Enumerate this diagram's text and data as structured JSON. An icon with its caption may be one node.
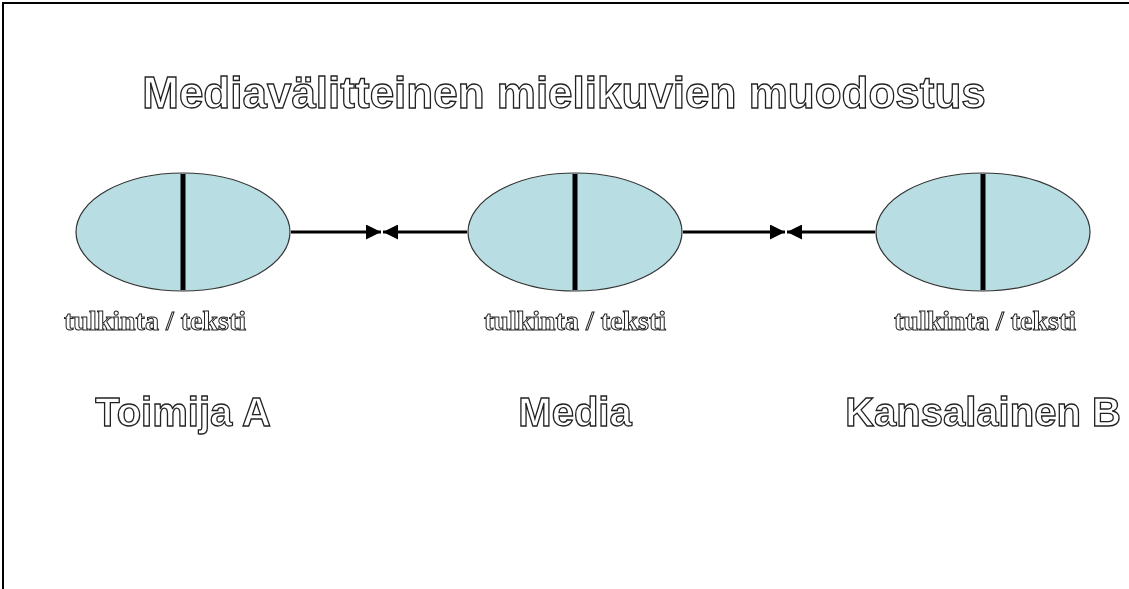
{
  "diagram": {
    "title": "Mediavälitteinen mielikuvien muodostus",
    "nodes": [
      {
        "text": [],
        "shape": "circle",
        "beside": [
          "tulkinta / teksti",
          "Toimija A"
        ]
      },
      {
        "text": [],
        "shape": "circle",
        "beside": [
          "tulkinta / teksti",
          "Media"
        ]
      },
      {
        "text": [],
        "shape": "circle",
        "beside": [
          "tulkinta / teksti",
          "Kansalainen B"
        ]
      }
    ],
    "edges": [
      {
        "from": 0,
        "to": null,
        "arrow": "to"
      },
      {
        "from": 1,
        "to": null,
        "arrow": "to"
      },
      {
        "from": 1,
        "to": null,
        "arrow": "to"
      },
      {
        "from": 2,
        "to": null,
        "arrow": "to"
      }
    ]
  }
}
